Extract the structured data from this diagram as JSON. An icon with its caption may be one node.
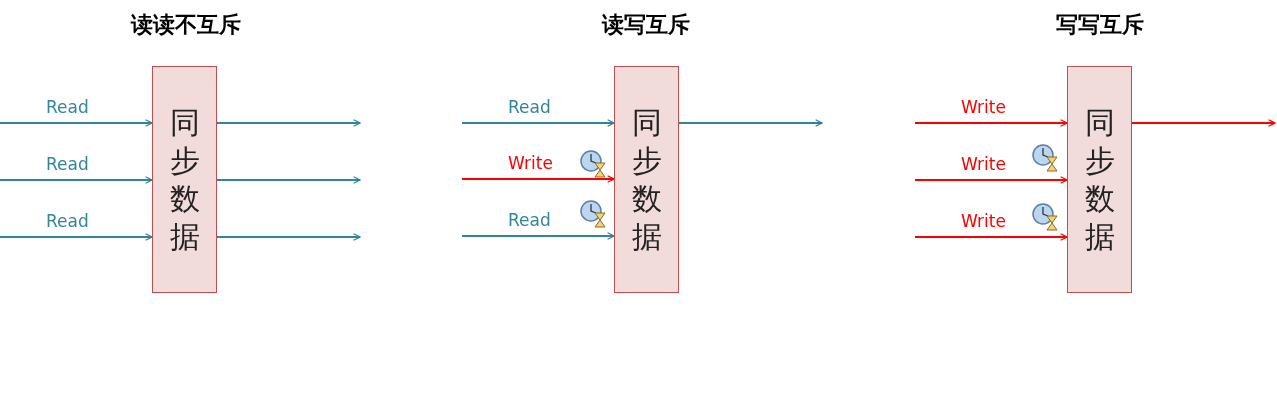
{
  "diagram": {
    "nodes": [
      {
        "text": [
          "同步数据"
        ]
      },
      {
        "text": [
          "同步数据"
        ]
      },
      {
        "text": [
          "同步数据"
        ]
      }
    ],
    "edges": [
      {
        "from": null,
        "to": 0,
        "arrow": "to",
        "label": "Read"
      },
      {
        "from": null,
        "to": 0,
        "arrow": "to",
        "label": "Read"
      },
      {
        "from": null,
        "to": 0,
        "arrow": "to",
        "label": "Read"
      },
      {
        "from": 0,
        "to": null,
        "arrow": "to"
      },
      {
        "from": 0,
        "to": null,
        "arrow": "to"
      },
      {
        "from": 0,
        "to": null,
        "arrow": "to"
      },
      {
        "from": null,
        "to": 1,
        "arrow": "to",
        "label": "Read"
      },
      {
        "from": null,
        "to": 1,
        "arrow": "to",
        "label": "Write",
        "color": "#ff0000"
      },
      {
        "from": null,
        "to": 1,
        "arrow": "to",
        "label": "Read"
      },
      {
        "from": 1,
        "to": null,
        "arrow": "to"
      },
      {
        "from": null,
        "to": 2,
        "arrow": "to",
        "label": "Write",
        "color": "#ff0000"
      },
      {
        "from": null,
        "to": 2,
        "arrow": "to",
        "label": "Write",
        "color": "#ff0000"
      },
      {
        "from": null,
        "to": 2,
        "arrow": "to",
        "label": "Write",
        "color": "#ff0000"
      },
      {
        "from": 2,
        "to": null,
        "arrow": "to",
        "color": "#ff0000"
      }
    ],
    "labels": [
      "读读不互斥",
      "读写互斥",
      "写写互斥"
    ]
  }
}
